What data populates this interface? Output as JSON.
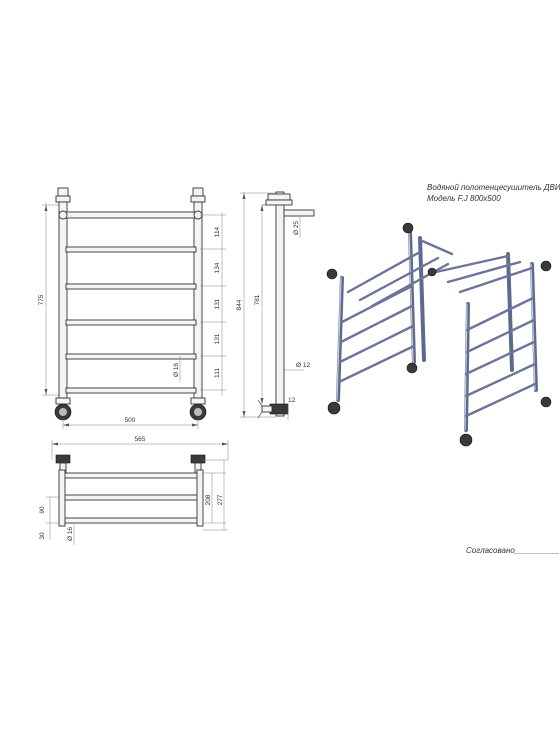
{
  "title": {
    "line1": "Водяной полотенцесушитель ДВИН",
    "line2": "Модель F.J 800х500"
  },
  "signature": "Согласовано__________",
  "dimensions": {
    "front_width": "500",
    "front_height": "775",
    "side_overall": "844",
    "side_inner": "781",
    "side_bottom": "12",
    "side_diameter": "Ø 25",
    "side_pipe": "Ø 12",
    "pipe_diameter": "Ø 16",
    "spacings": [
      "114",
      "134",
      "131",
      "131",
      "111"
    ],
    "top_width": "565",
    "top_depth_1": "208",
    "top_depth_2": "277",
    "top_offset_1": "30",
    "top_offset_2": "90",
    "top_pipe": "Ø 16"
  }
}
